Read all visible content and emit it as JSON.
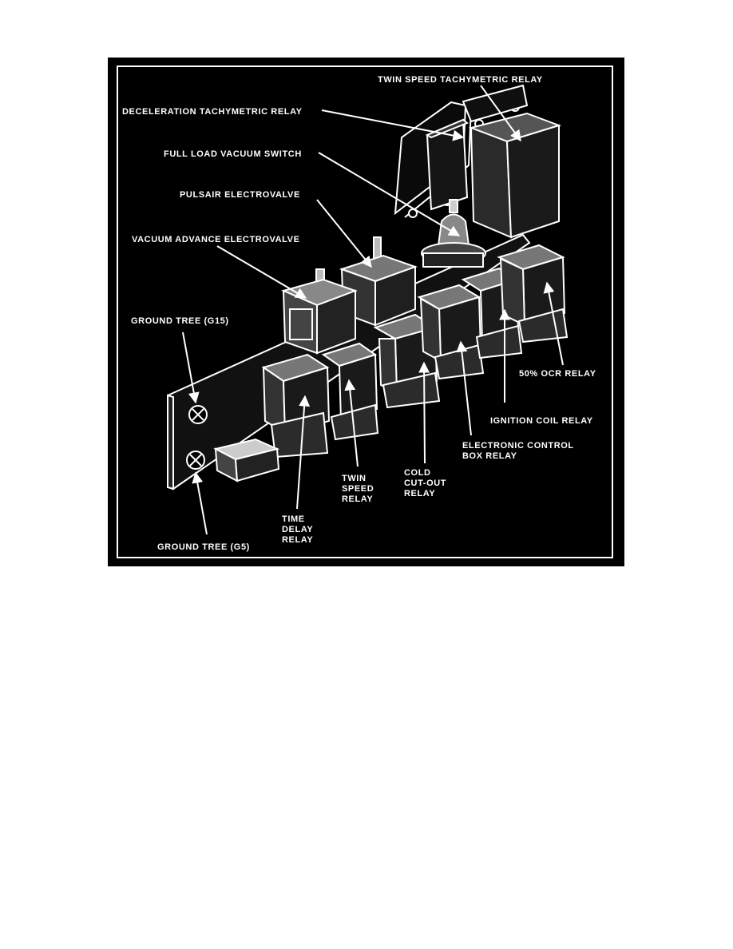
{
  "labels": {
    "twin_speed_tachymetric": "TWIN SPEED TACHYMETRIC RELAY",
    "deceleration_tachymetric": "DECELERATION TACHYMETRIC RELAY",
    "full_load_vacuum_switch": "FULL LOAD VACUUM SWITCH",
    "pulsair_electrovalve": "PULSAIR ELECTROVALVE",
    "vacuum_advance_electrovalve": "VACUUM ADVANCE ELECTROVALVE",
    "ground_tree_g15": "GROUND TREE (G15)",
    "ocr_relay": "50% OCR RELAY",
    "ignition_coil_relay": "IGNITION COIL RELAY",
    "electronic_control_line1": "ELECTRONIC CONTROL",
    "electronic_control_line2": "BOX RELAY",
    "cold_cutout_line1": "COLD",
    "cold_cutout_line2": "CUT-OUT",
    "cold_cutout_line3": "RELAY",
    "twin_speed_line1": "TWIN",
    "twin_speed_line2": "SPEED",
    "twin_speed_line3": "RELAY",
    "time_delay_line1": "TIME",
    "time_delay_line2": "DELAY",
    "time_delay_line3": "RELAY",
    "ground_tree_g5": "GROUND TREE (G5)"
  }
}
